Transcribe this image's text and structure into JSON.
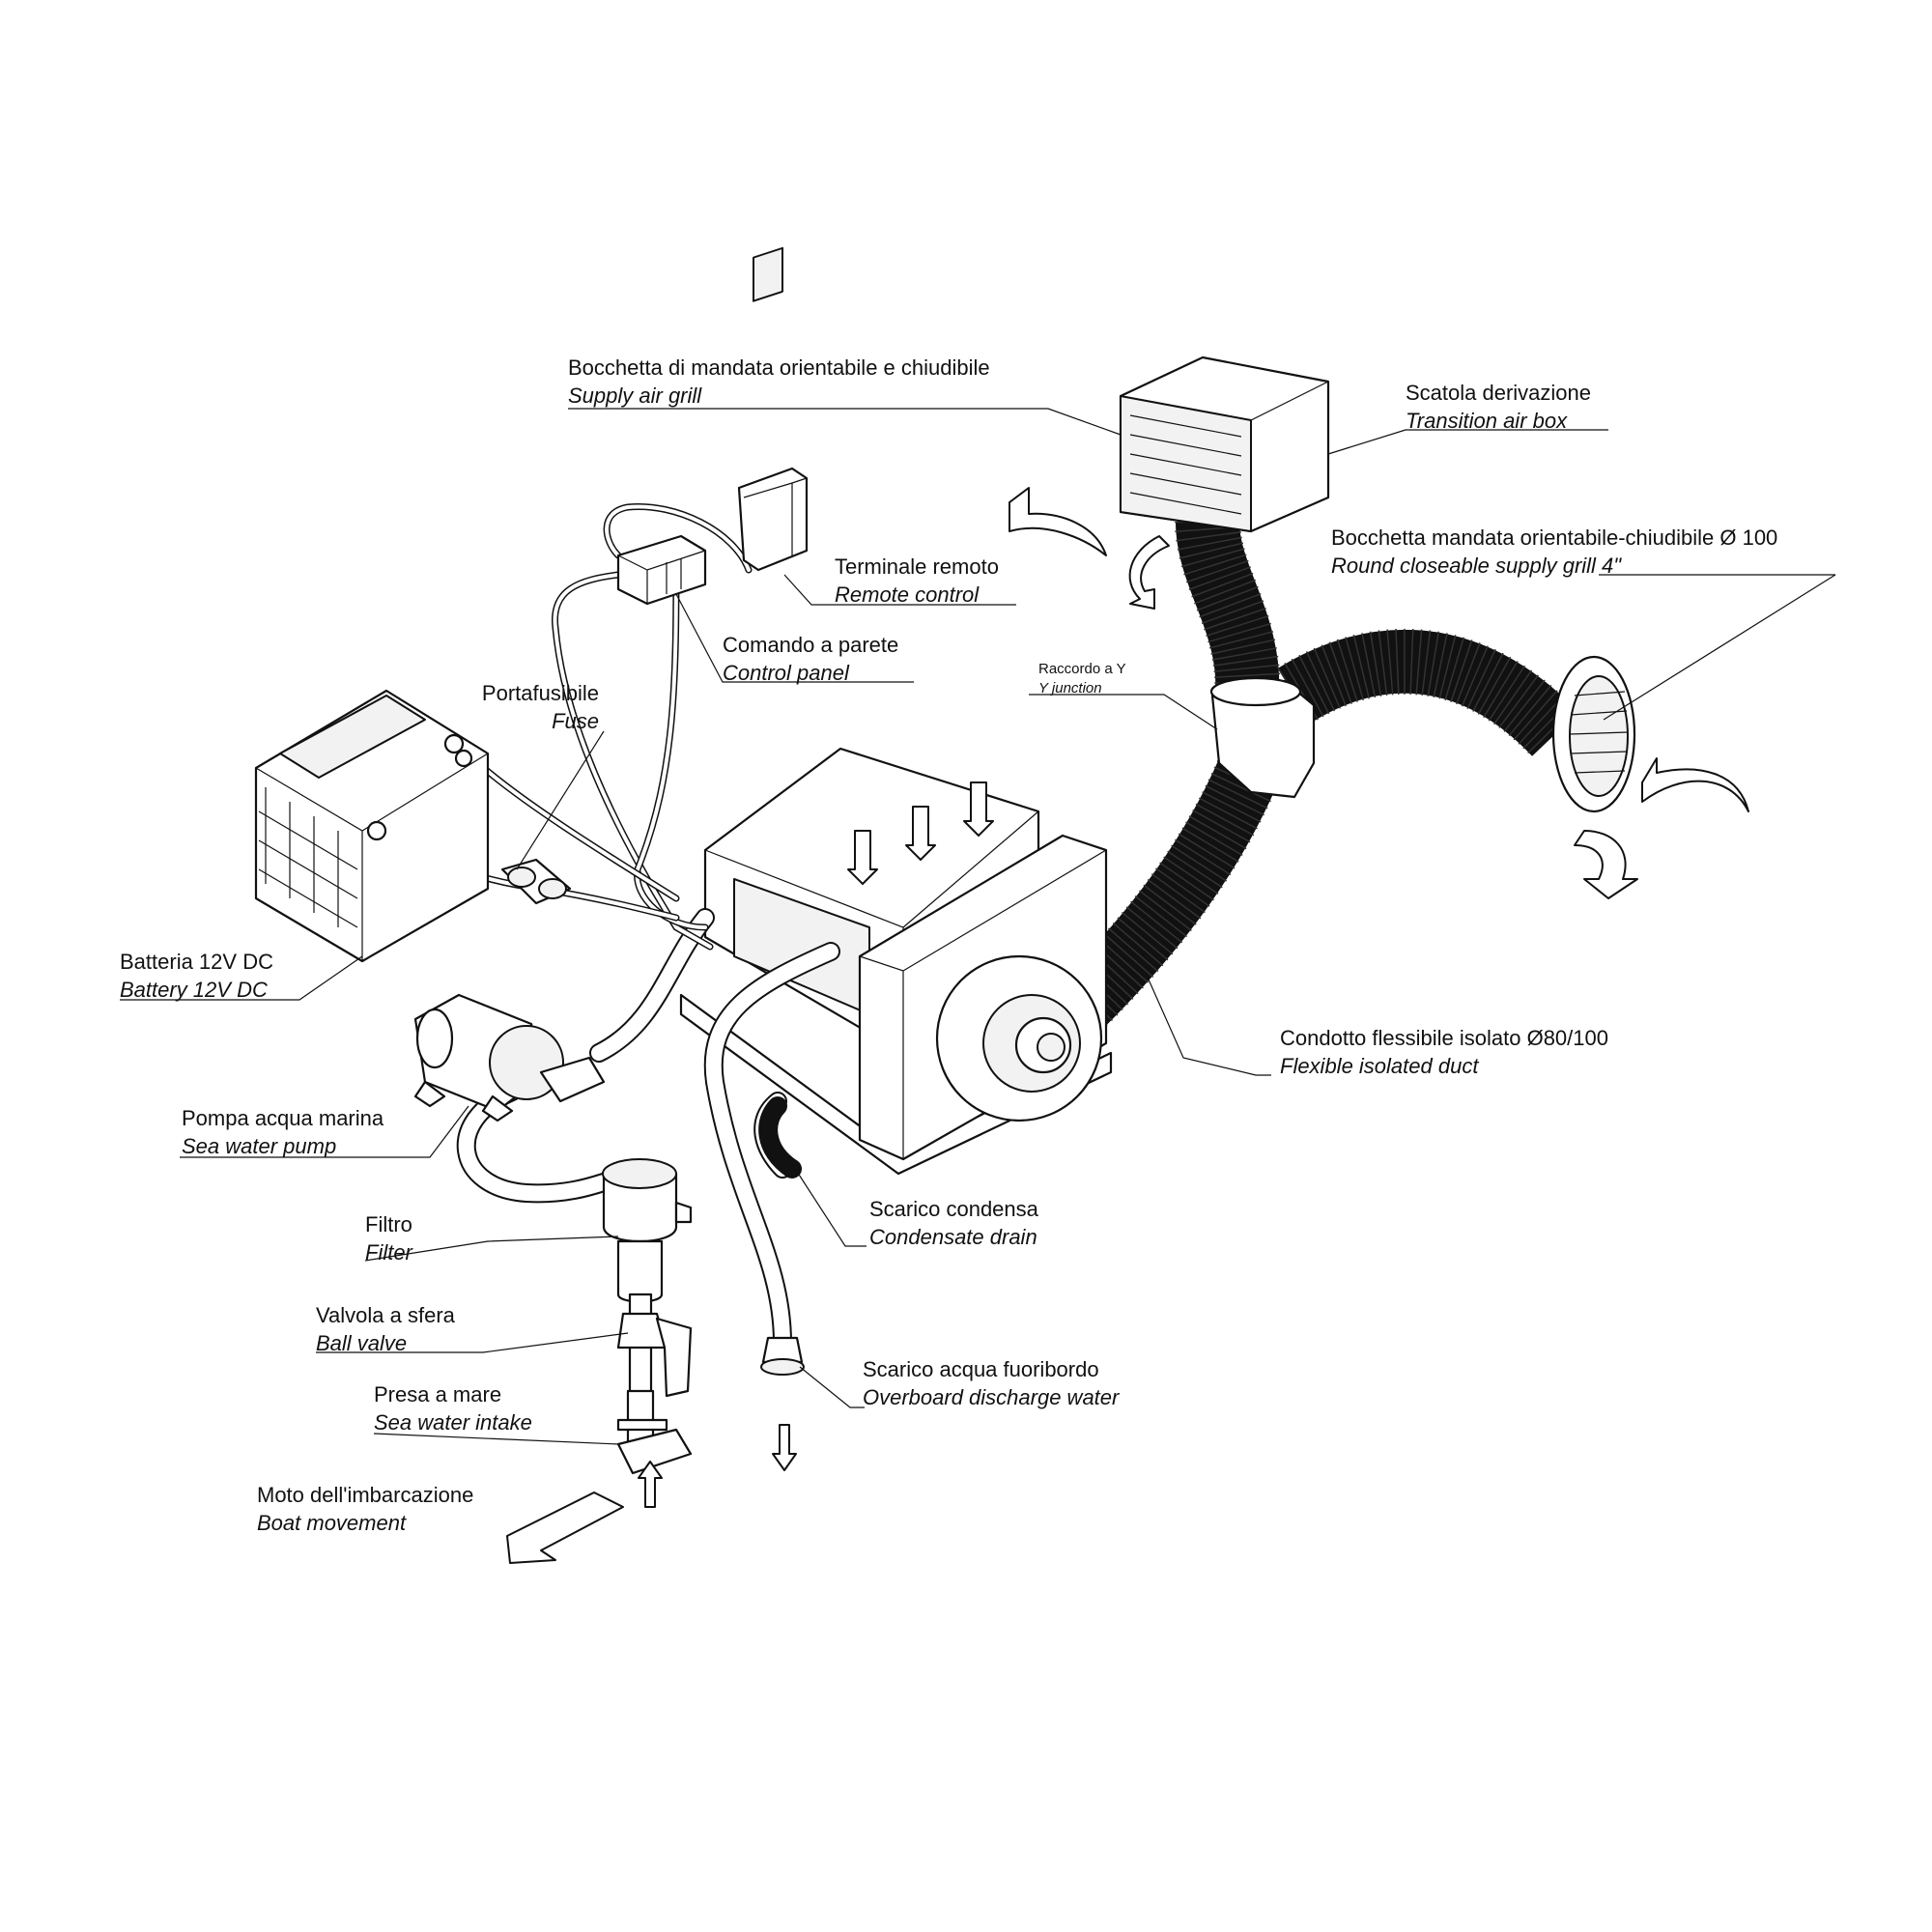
{
  "labels": {
    "supply_grill": {
      "it": "Bocchetta di mandata orientabile e chiudibile",
      "en": "Supply air grill"
    },
    "transition_box": {
      "it": "Scatola derivazione",
      "en": "Transition air box"
    },
    "round_grill": {
      "it": "Bocchetta mandata orientabile-chiudibile Ø 100",
      "en": "Round closeable supply grill 4\""
    },
    "remote_control": {
      "it": "Terminale remoto",
      "en": "Remote control"
    },
    "control_panel": {
      "it": "Comando a parete",
      "en": "Control panel"
    },
    "y_junction": {
      "it": "Raccordo a Y",
      "en": "Y junction"
    },
    "fuse": {
      "it": "Portafusibile",
      "en": "Fuse"
    },
    "battery": {
      "it": "Batteria 12V DC",
      "en": "Battery 12V DC"
    },
    "duct": {
      "it": "Condotto flessibile isolato Ø80/100",
      "en": "Flexible isolated duct"
    },
    "pump": {
      "it": "Pompa acqua marina",
      "en": "Sea water pump"
    },
    "condensate": {
      "it": "Scarico condensa",
      "en": "Condensate drain"
    },
    "filter": {
      "it": "Filtro",
      "en": "Filter"
    },
    "ball_valve": {
      "it": "Valvola a sfera",
      "en": "Ball valve"
    },
    "overboard": {
      "it": "Scarico acqua fuoribordo",
      "en": "Overboard discharge water"
    },
    "intake": {
      "it": "Presa a mare",
      "en": "Sea water intake"
    },
    "boat_movement": {
      "it": "Moto dell'imbarcazione",
      "en": "Boat movement"
    }
  }
}
